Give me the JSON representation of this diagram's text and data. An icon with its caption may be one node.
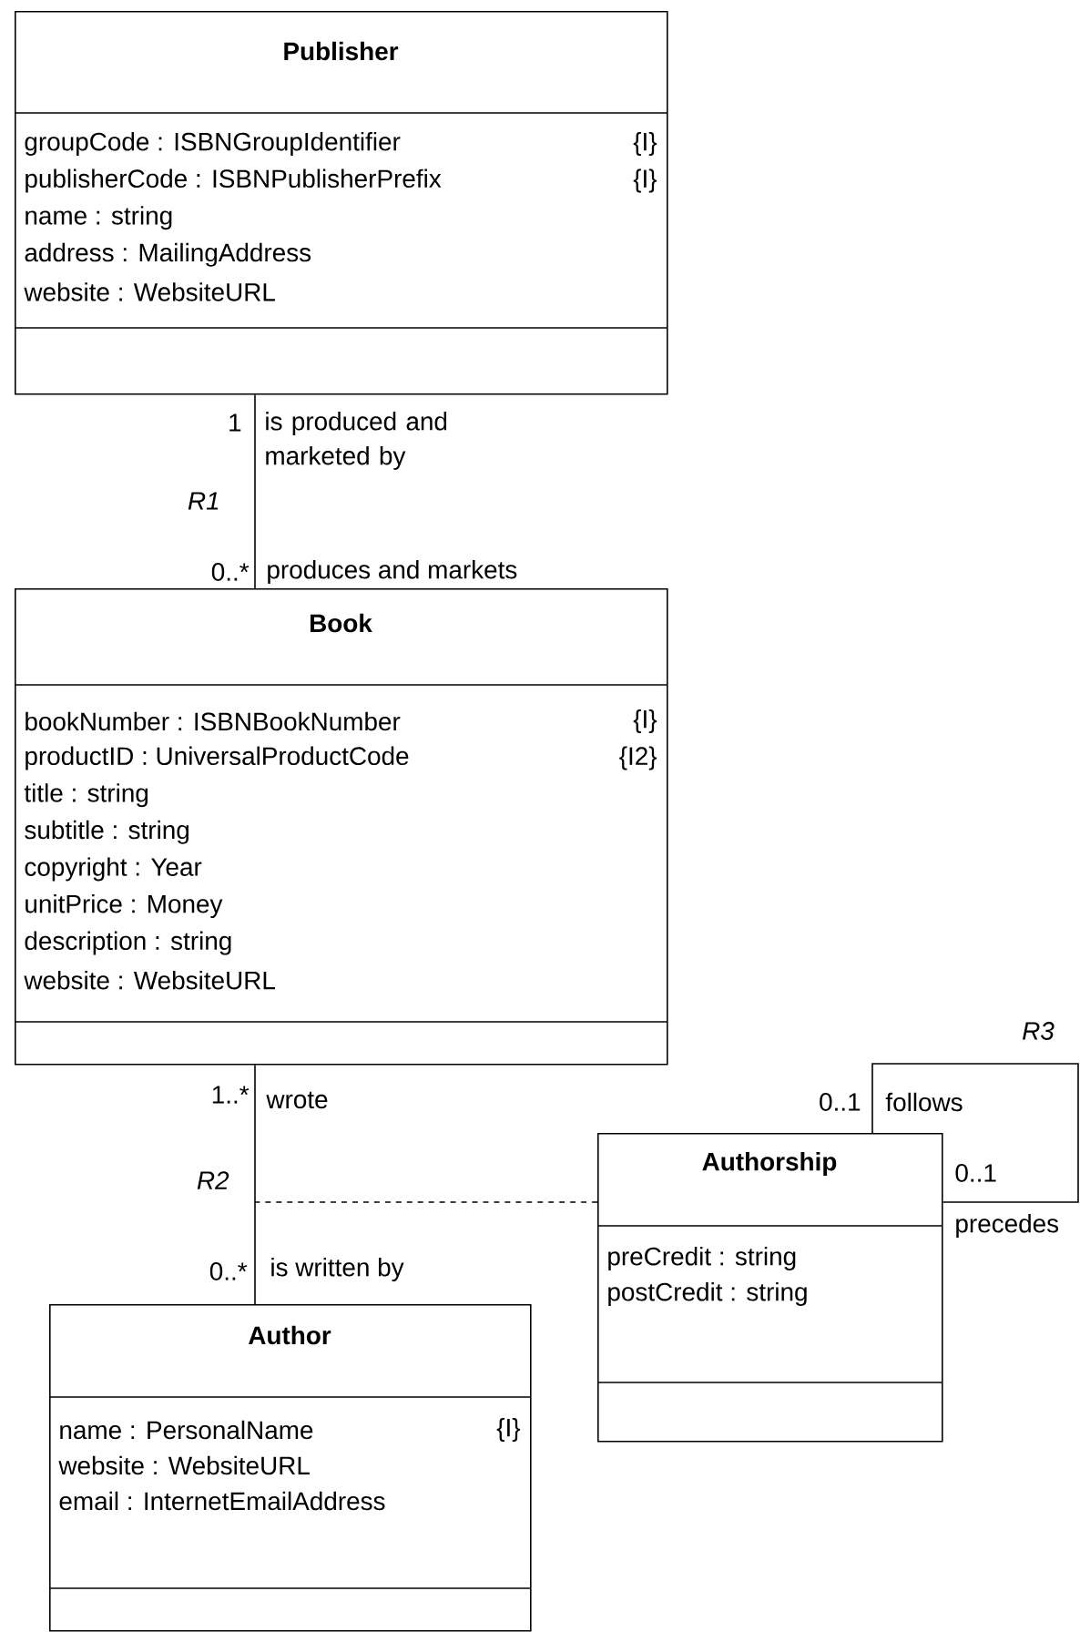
{
  "diagram": {
    "nodes": [
      {
        "text": [
          "Publisher",
          "groupCode : ISBNGroupIdentifier",
          "{I}",
          "publisherCode : ISBNPublisherPrefix",
          "{I}",
          "name : string",
          "address : MailingAddress",
          "website : WebsiteURL"
        ]
      },
      {
        "text": [
          "Book",
          "bookNumber : ISBNBookNumber",
          "{I}",
          "productID : UniversalProductCode",
          "{I2}",
          "title : string",
          "subtitle : string",
          "copyright : Year",
          "unitPrice : Money",
          "description : string",
          "website : WebsiteURL"
        ]
      },
      {
        "text": [
          "Author",
          "name : PersonalName",
          "{I}",
          "website : WebsiteURL",
          "email : InternetEmailAddress"
        ]
      },
      {
        "text": [
          "Authorship",
          "preCredit : string",
          "postCredit : string"
        ]
      }
    ],
    "edges": [
      {
        "from": 0,
        "to": 1,
        "arrow": "none",
        "label": "R1"
      },
      {
        "from": 1,
        "to": 2,
        "arrow": "none",
        "label": "R2"
      },
      {
        "from": 3,
        "to": null,
        "arrow": "none",
        "style": "dashed"
      },
      {
        "from": 3,
        "to": 3,
        "arrow": "none",
        "label": "R3"
      }
    ],
    "labels": [
      "1",
      "is produced and marketed by",
      "0..*",
      "produces and markets",
      "1..*",
      "wrote",
      "0..*",
      "is written by",
      "0..1",
      "follows",
      "0..1",
      "precedes"
    ]
  }
}
